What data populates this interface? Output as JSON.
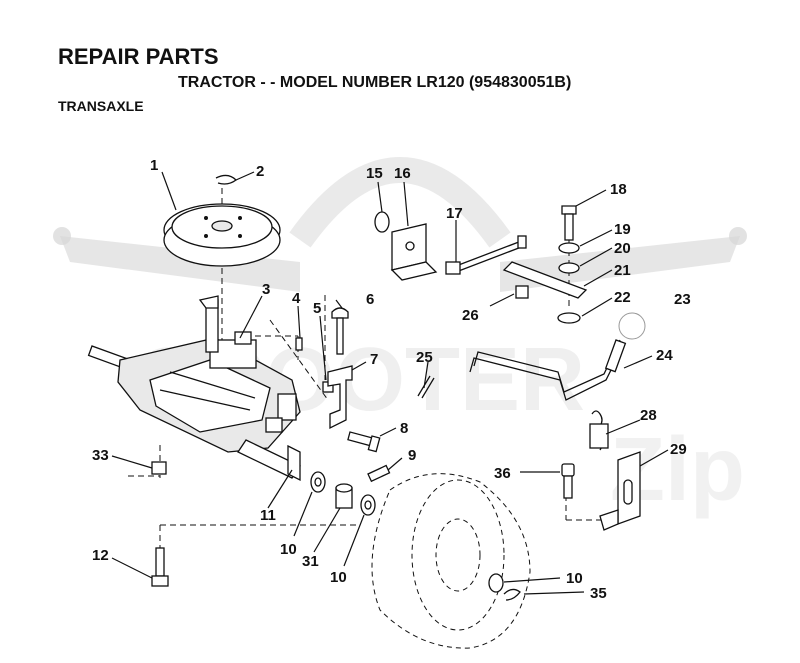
{
  "header": {
    "title": "REPAIR PARTS",
    "subtitle": "TRACTOR - - MODEL NUMBER LR120 (954830051B)",
    "section": "TRANSAXLE"
  },
  "callouts": [
    {
      "id": "1"
    },
    {
      "id": "2"
    },
    {
      "id": "3"
    },
    {
      "id": "4"
    },
    {
      "id": "5"
    },
    {
      "id": "6"
    },
    {
      "id": "7"
    },
    {
      "id": "8"
    },
    {
      "id": "9"
    },
    {
      "id": "10"
    },
    {
      "id": "10"
    },
    {
      "id": "10"
    },
    {
      "id": "11"
    },
    {
      "id": "12"
    },
    {
      "id": "15"
    },
    {
      "id": "16"
    },
    {
      "id": "17"
    },
    {
      "id": "18"
    },
    {
      "id": "19"
    },
    {
      "id": "20"
    },
    {
      "id": "21"
    },
    {
      "id": "22"
    },
    {
      "id": "23"
    },
    {
      "id": "24"
    },
    {
      "id": "25"
    },
    {
      "id": "26"
    },
    {
      "id": "28"
    },
    {
      "id": "29"
    },
    {
      "id": "31"
    },
    {
      "id": "33"
    },
    {
      "id": "35"
    },
    {
      "id": "36"
    }
  ],
  "colors": {
    "ink": "#111111",
    "watermark": "#d6d6d6",
    "background": "#ffffff"
  }
}
